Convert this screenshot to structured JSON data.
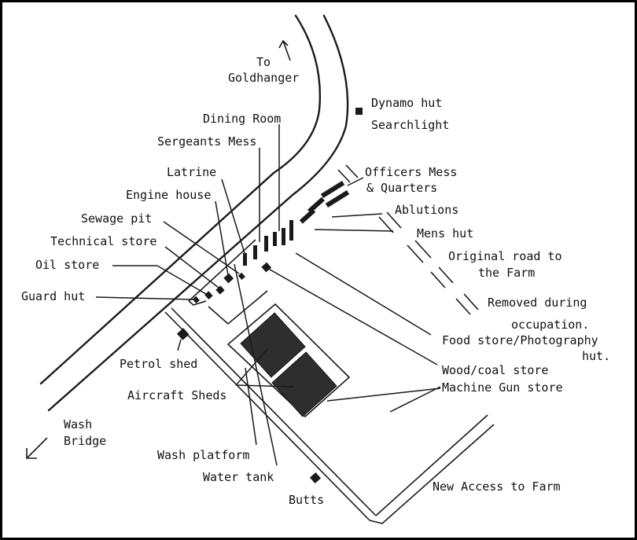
{
  "labels": {
    "to": "To",
    "goldhanger": "Goldhanger",
    "dining_room": "Dining Room",
    "sergeants_mess": "Sergeants Mess",
    "latrine": "Latrine",
    "engine_house": "Engine house",
    "sewage_pit": "Sewage pit",
    "technical_store": "Technical store",
    "oil_store": "Oil store",
    "guard_hut": "Guard hut",
    "petrol_shed": "Petrol shed",
    "aircraft_sheds": "Aircraft Sheds",
    "wash": "Wash",
    "bridge": "Bridge",
    "wash_platform": "Wash platform",
    "water_tank": "Water tank",
    "butts": "Butts",
    "dynamo_hut": "Dynamo hut",
    "searchlight": "Searchlight",
    "officers_mess": "Officers Mess",
    "quarters": "& Quarters",
    "ablutions": "Ablutions",
    "mens_hut": "Mens hut",
    "original_road_1": "Original road to",
    "original_road_2": "the Farm",
    "removed_1": "Removed during",
    "removed_2": "occupation.",
    "food_store": "Food store/Photography",
    "hut": "hut.",
    "wood_coal_store": "Wood/coal store",
    "machine_gun_store": "Machine Gun store",
    "new_access": "New Access to Farm"
  },
  "colors": {
    "ink": "#1a1a1a",
    "paper": "#ffffff"
  }
}
